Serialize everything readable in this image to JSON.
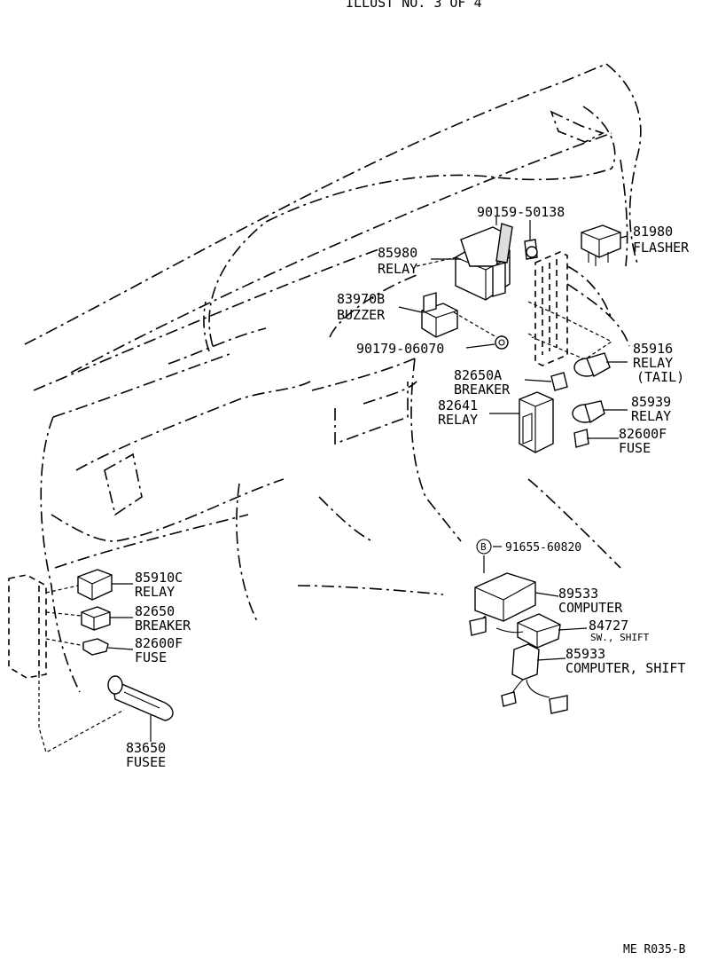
{
  "header": {
    "illust": "ILLUST NO. 3 OF 4"
  },
  "footer": {
    "code": "ME  R035-B"
  },
  "parts": {
    "p90159": {
      "number": "90159-50138"
    },
    "p85980": {
      "number": "85980",
      "name": "RELAY"
    },
    "p81980": {
      "number": "81980",
      "name": "FLASHER"
    },
    "p83970": {
      "number": "83970B",
      "name": "BUZZER"
    },
    "p90179": {
      "number": "90179-06070"
    },
    "p85916": {
      "number": "85916",
      "name": "RELAY",
      "note": "(TAIL)"
    },
    "p82650a": {
      "number": "82650A",
      "name": "BREAKER"
    },
    "p82641": {
      "number": "82641",
      "name": "RELAY"
    },
    "p85939": {
      "number": "85939",
      "name": "RELAY"
    },
    "p82600f_r": {
      "number": "82600F",
      "name": "FUSE"
    },
    "p91655": {
      "marker": "B",
      "number": "91655-60820"
    },
    "p89533": {
      "number": "89533",
      "name": "COMPUTER"
    },
    "p84727": {
      "number": "84727",
      "name": "SW., SHIFT"
    },
    "p85933": {
      "number": "85933",
      "name": "COMPUTER, SHIFT"
    },
    "p85910": {
      "number": "85910C",
      "name": "RELAY"
    },
    "p82650": {
      "number": "82650",
      "name": "BREAKER"
    },
    "p82600f_l": {
      "number": "82600F",
      "name": "FUSE"
    },
    "p83650": {
      "number": "83650",
      "name": "FUSEE"
    }
  }
}
